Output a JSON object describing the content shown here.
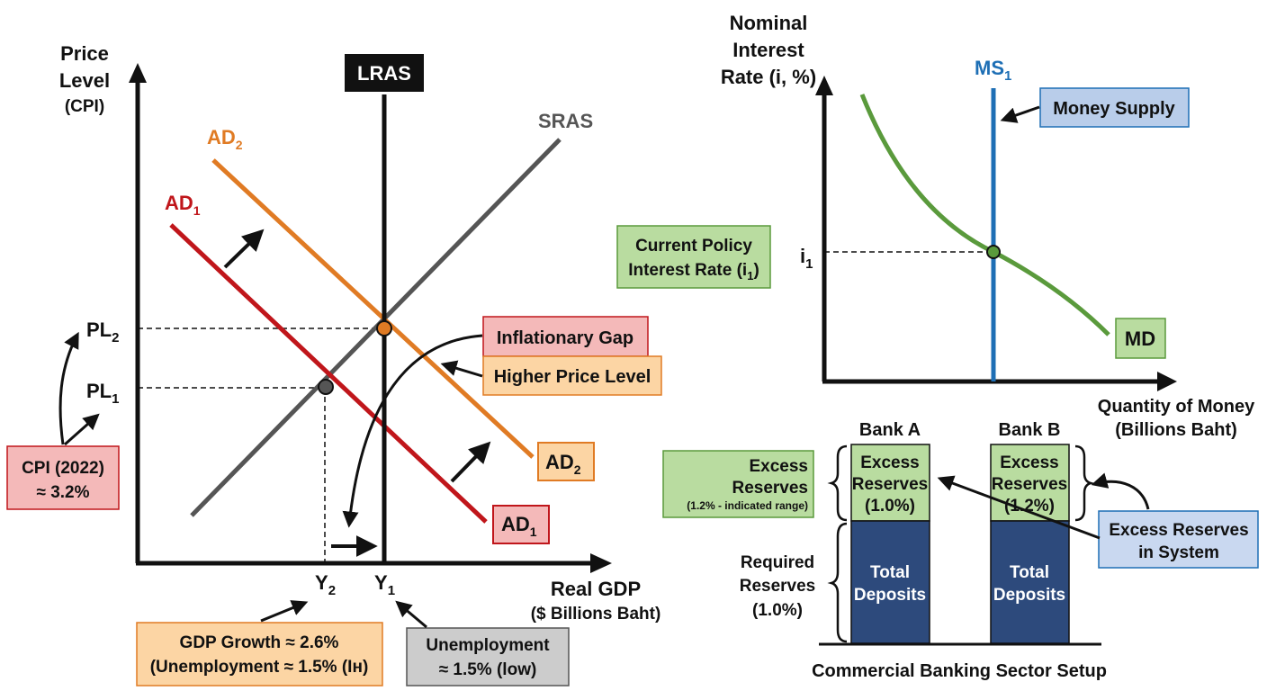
{
  "ad_as": {
    "y_axis_title": [
      "Price",
      "Level"
    ],
    "y_axis_unit": "(CPI)",
    "x_axis_title": "Real GDP",
    "x_axis_unit": "($ Billions Baht)",
    "lras_label": "LRAS",
    "sras_label": "SRAS",
    "ad1_label": "AD",
    "ad1_sub": "1",
    "ad2_label": "AD",
    "ad2_sub": "2",
    "pl2_label": "PL",
    "pl2_sub": "2",
    "pl1_label": "PL",
    "pl1_sub": "1",
    "y2_label": "Y",
    "y2_sub": "2",
    "y1_label": "Y",
    "y1_sub": "1",
    "inflationary_gap": "Inflationary Gap",
    "higher_price_level": "Higher Price Level",
    "cpi_box": [
      "CPI (2022)",
      "≈ 3.2%"
    ],
    "gdp_box": [
      "GDP Growth ≈ 2.6%",
      "(Unemployment ≈ 1.5% (Iн)"
    ],
    "unemp_box": [
      "Unemployment",
      "≈ 1.5% (low)"
    ]
  },
  "money_market": {
    "y_axis_title": [
      "Nominal",
      "Interest",
      "Rate (i, %)"
    ],
    "x_axis_title": "Quantity of Money",
    "x_axis_unit": "(Billions Baht)",
    "ms_label": "MS",
    "ms_sub": "1",
    "md_label": "MD",
    "money_supply": "Money Supply",
    "policy_rate": [
      "Current Policy",
      "Interest Rate (i",
      "1",
      ")"
    ],
    "i1_label": "i",
    "i1_sub": "1"
  },
  "banking": {
    "bank_a": "Bank A",
    "bank_b": "Bank B",
    "excess_label": [
      "Excess",
      "Reserves"
    ],
    "excess_range": "(1.2% - indicated range)",
    "bank_a_excess": [
      "Excess",
      "Reserves",
      "(1.0%)"
    ],
    "bank_b_excess": [
      "Excess",
      "Reserves",
      "(1.2%)"
    ],
    "deposits": [
      "Total",
      "Deposits"
    ],
    "required": [
      "Required",
      "Reserves",
      "(1.0%)"
    ],
    "system_box": [
      "Excess Reserves",
      "in System"
    ],
    "title": "Commercial Banking Sector Setup"
  },
  "colors": {
    "ad1": "#c0161b",
    "ad2": "#e07b24",
    "sras": "#555555",
    "ms": "#1e6fb5",
    "md": "#5a9a3c",
    "deposit_fill": "#2d4a7c",
    "excess_fill": "#b9dca0"
  }
}
